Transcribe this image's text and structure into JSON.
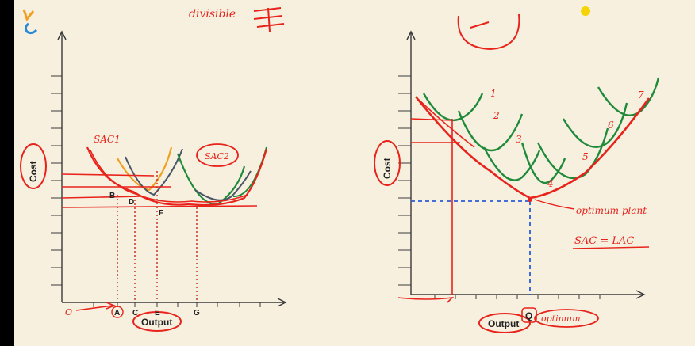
{
  "colors": {
    "background": "#f8f0df",
    "axis": "#3a3a3a",
    "ink_red": "#e8231c",
    "curve_green": "#1f8a3a",
    "curve_gray": "#4a5568",
    "curve_orange": "#f0a020",
    "dash_blue": "#2a5bd7",
    "dot_yellow": "#f5d400"
  },
  "logo": {
    "icon": "letters-logo-icon"
  },
  "top_annotation": "divisible",
  "left_diagram": {
    "y_axis_label": "Cost",
    "x_axis_label": "Output",
    "curve_labels": [
      "SAC1",
      "SAC2"
    ],
    "x_tick_labels": [
      "A",
      "C",
      "E",
      "G"
    ],
    "origin_label": "O",
    "point_labels": [
      "B",
      "D",
      "F"
    ]
  },
  "right_diagram": {
    "y_axis_label": "Cost",
    "x_axis_label": "Output",
    "x_point_label": "Q",
    "curve_numbers": [
      "1",
      "2",
      "3",
      "4",
      "5",
      "6",
      "7"
    ],
    "annotations": {
      "optimum_plant": "optimum plant",
      "sac_lac": "SAC = LAC",
      "optimum": "optimum"
    }
  }
}
